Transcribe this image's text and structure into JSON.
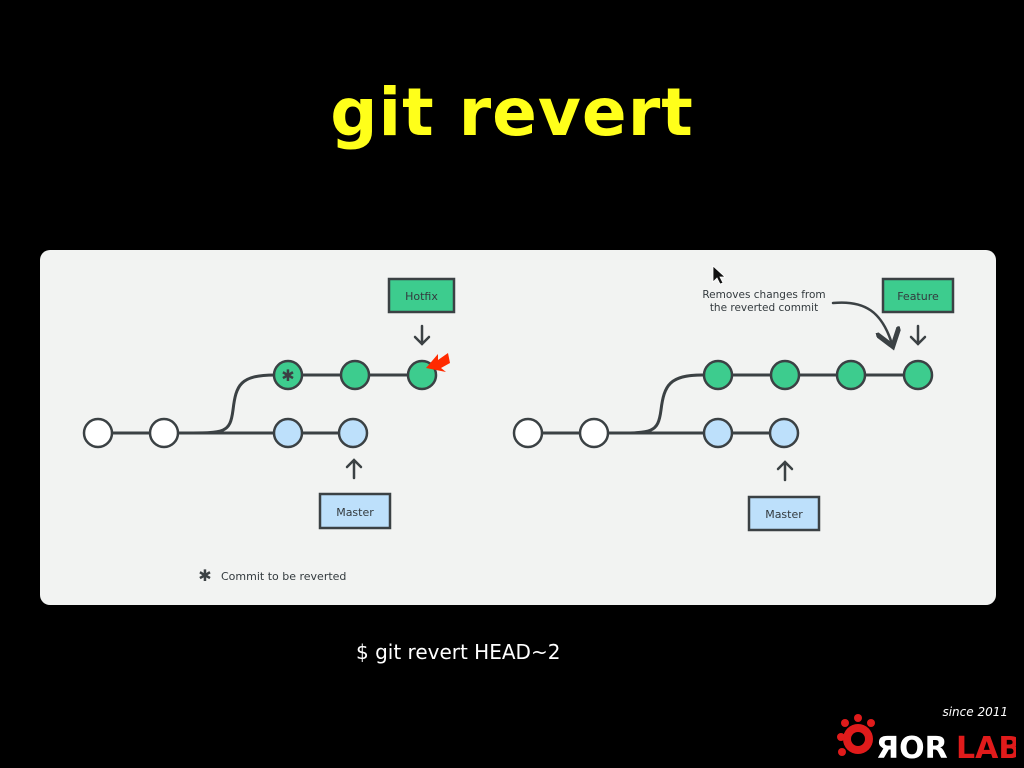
{
  "slide": {
    "title": "git revert",
    "command": "$ git revert HEAD~2"
  },
  "left_diagram": {
    "branch_label": "Hotfix",
    "base_label": "Master",
    "legend_text": "Commit to be reverted"
  },
  "right_diagram": {
    "branch_label": "Feature",
    "base_label": "Master",
    "annotation_line1": "Removes changes from",
    "annotation_line2": "the reverted commit"
  },
  "logo": {
    "tagline": "since 2011",
    "name_part1": "ЯOR",
    "name_part2": "LAB"
  },
  "colors": {
    "background": "#000000",
    "title": "#ffff1a",
    "panel": "#f2f3f2",
    "commit_green": "#3dcc8e",
    "commit_blue": "#bde0fb",
    "commit_white": "#ffffff",
    "stroke": "#3b4144",
    "pointer_red": "#ff2a00"
  }
}
